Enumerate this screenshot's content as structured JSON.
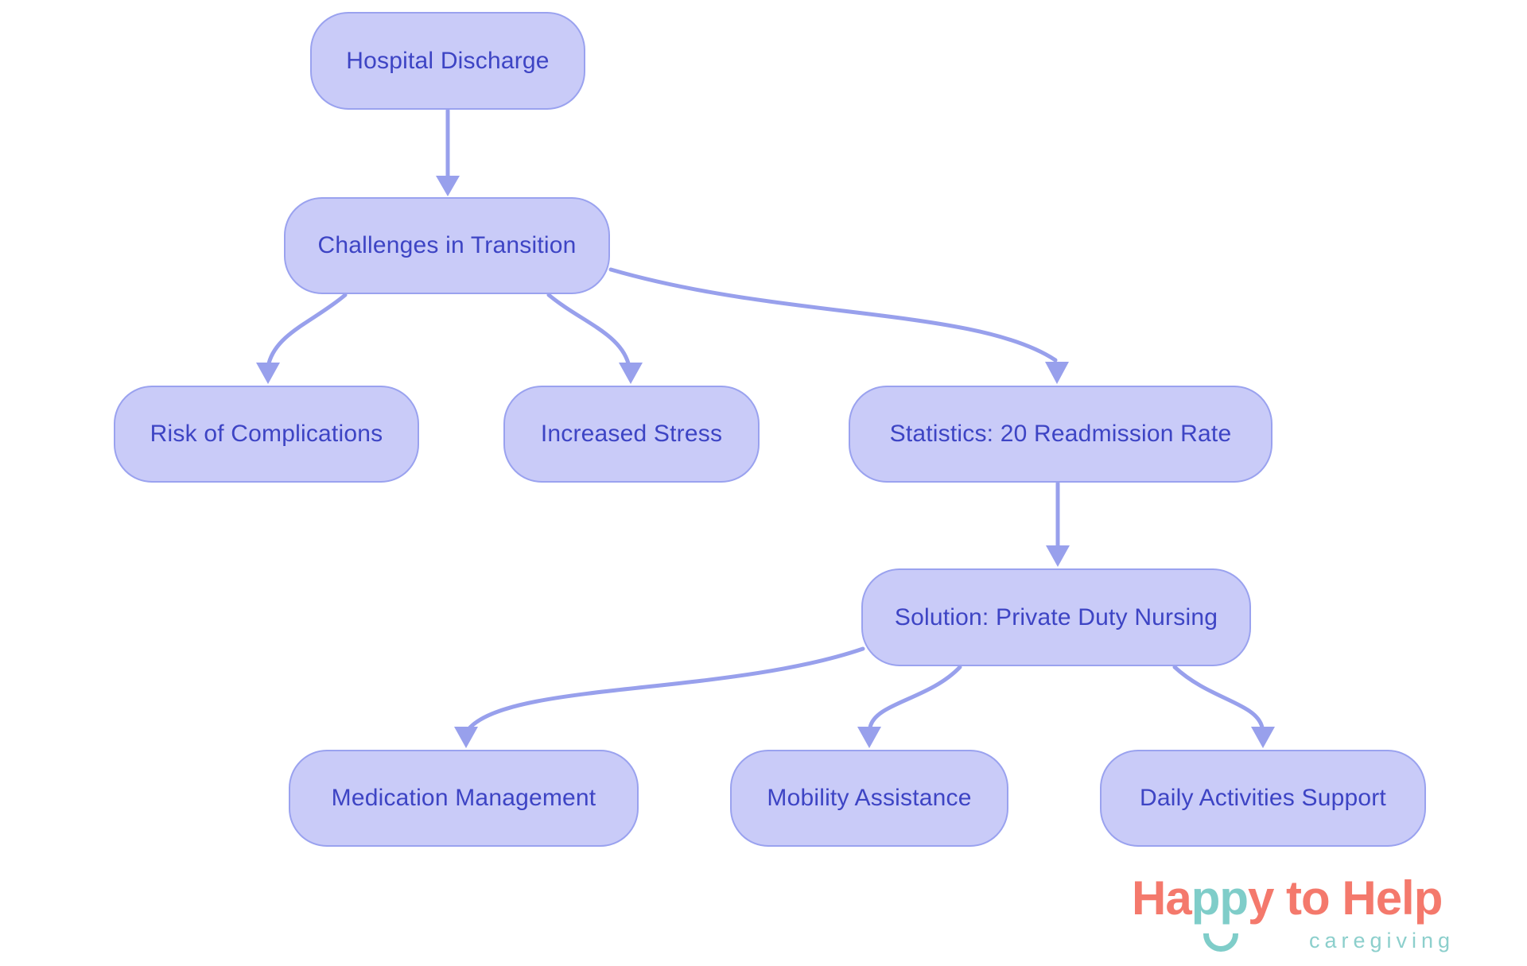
{
  "diagram": {
    "title": "Hospital discharge to private duty nursing flowchart",
    "nodes": [
      {
        "id": "hospital-discharge",
        "label": "Hospital Discharge"
      },
      {
        "id": "challenges-in-transition",
        "label": "Challenges in Transition"
      },
      {
        "id": "risk-of-complications",
        "label": "Risk of Complications"
      },
      {
        "id": "increased-stress",
        "label": "Increased Stress"
      },
      {
        "id": "statistics-readmission",
        "label": "Statistics: 20 Readmission Rate"
      },
      {
        "id": "solution-private-duty-nursing",
        "label": "Solution: Private Duty Nursing"
      },
      {
        "id": "medication-management",
        "label": "Medication Management"
      },
      {
        "id": "mobility-assistance",
        "label": "Mobility Assistance"
      },
      {
        "id": "daily-activities-support",
        "label": "Daily Activities Support"
      }
    ],
    "edges": [
      {
        "from": "Hospital Discharge",
        "to": "Challenges in Transition"
      },
      {
        "from": "Challenges in Transition",
        "to": "Risk of Complications"
      },
      {
        "from": "Challenges in Transition",
        "to": "Increased Stress"
      },
      {
        "from": "Challenges in Transition",
        "to": "Statistics: 20 Readmission Rate"
      },
      {
        "from": "Statistics: 20 Readmission Rate",
        "to": "Solution: Private Duty Nursing"
      },
      {
        "from": "Solution: Private Duty Nursing",
        "to": "Medication Management"
      },
      {
        "from": "Solution: Private Duty Nursing",
        "to": "Mobility Assistance"
      },
      {
        "from": "Solution: Private Duty Nursing",
        "to": "Daily Activities Support"
      }
    ],
    "colors": {
      "node_fill": "#c9cbf8",
      "node_border": "#9aa2ef",
      "node_text": "#3d44c4",
      "arrow": "#98a0ec",
      "background": "#ffffff"
    }
  },
  "logo": {
    "parts": [
      {
        "text": "Ha",
        "color": "coral"
      },
      {
        "text": "pp",
        "color": "teal"
      },
      {
        "text": "y",
        "color": "coral"
      },
      {
        "text": " to Help",
        "color": "coral"
      }
    ],
    "tagline": "caregiving",
    "smile_icon": "smile-arc",
    "colors": {
      "coral": "#f4796c",
      "teal": "#7fcdc9"
    }
  }
}
